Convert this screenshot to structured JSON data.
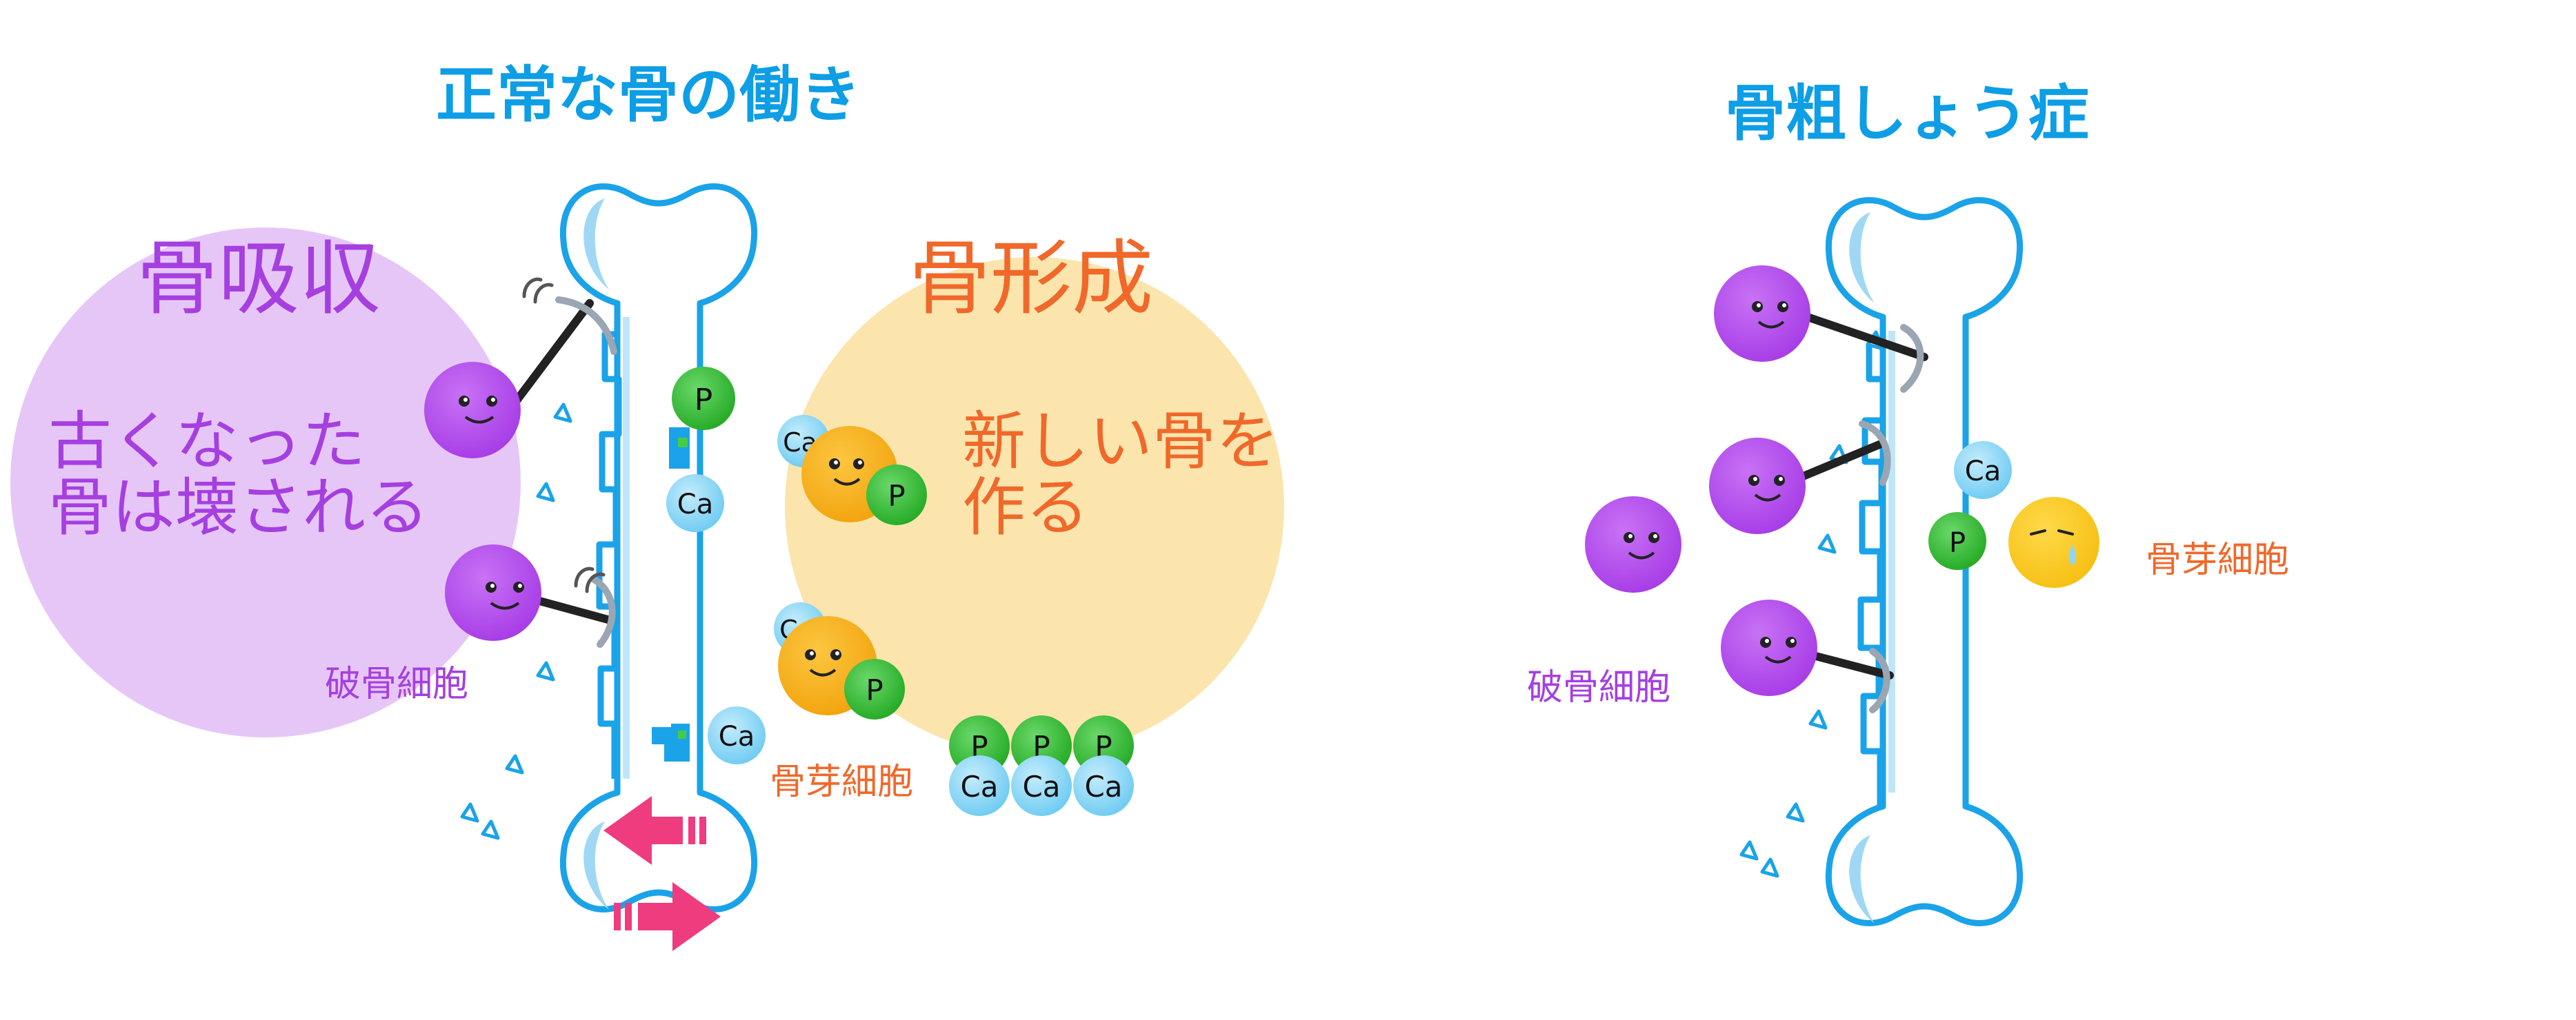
{
  "normal": {
    "title": "正常な骨の働き",
    "resorption_heading": "骨吸収",
    "resorption_desc_line1": "古くなった",
    "resorption_desc_line2": "骨は壊される",
    "osteoclast_label": "破骨細胞",
    "formation_heading": "骨形成",
    "formation_desc_line1": "新しい骨を",
    "formation_desc_line2": "作る",
    "osteoblast_label": "骨芽細胞"
  },
  "osteoporosis": {
    "title": "骨粗しょう症",
    "osteoclast_label": "破骨細胞",
    "osteoblast_label": "骨芽細胞"
  },
  "minerals": {
    "calcium": "Ca",
    "phosphorus": "P"
  },
  "colors": {
    "title_blue": "#0d9ee6",
    "bone_outline": "#1aa3e8",
    "bone_shine": "#9fd8f5",
    "osteoclast_purple": "#b44ded",
    "resorption_circle": "#e6c6f7",
    "osteoblast_orange": "#f9b11e",
    "formation_circle": "#fbe5ad",
    "formation_text": "#f0682a",
    "calcium_blue": "#8ed6f5",
    "phosphorus_green": "#3dc23d",
    "arrow_pink": "#ee3c7e"
  }
}
